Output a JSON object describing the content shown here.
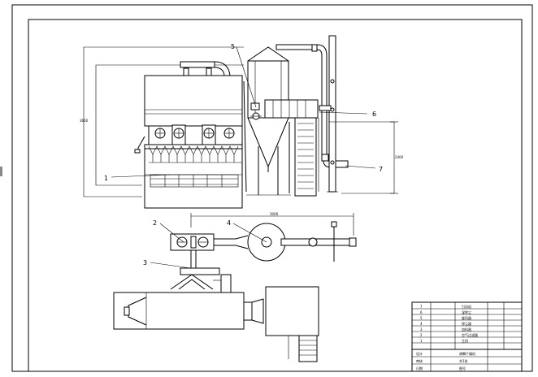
{
  "callouts": [
    {
      "id": "1",
      "label": "1"
    },
    {
      "id": "2",
      "label": "2"
    },
    {
      "id": "3",
      "label": "3"
    },
    {
      "id": "4",
      "label": "4"
    },
    {
      "id": "5",
      "label": "5"
    },
    {
      "id": "6",
      "label": "6"
    },
    {
      "id": "7",
      "label": "7"
    }
  ],
  "parts_table": {
    "rows": [
      {
        "no": "7",
        "name": "引风机"
      },
      {
        "no": "6",
        "name": "湿除尘"
      },
      {
        "no": "5",
        "name": "旋风器"
      },
      {
        "no": "4",
        "name": "除尘器"
      },
      {
        "no": "3",
        "name": "加料器"
      },
      {
        "no": "2",
        "name": "空气过滤器"
      },
      {
        "no": "1",
        "name": "主机"
      }
    ],
    "footer": [
      {
        "left": "设计",
        "right": "沸腾干燥机"
      },
      {
        "left": "审核",
        "right": "共1张"
      },
      {
        "left": "日期",
        "right": "图号"
      }
    ]
  }
}
